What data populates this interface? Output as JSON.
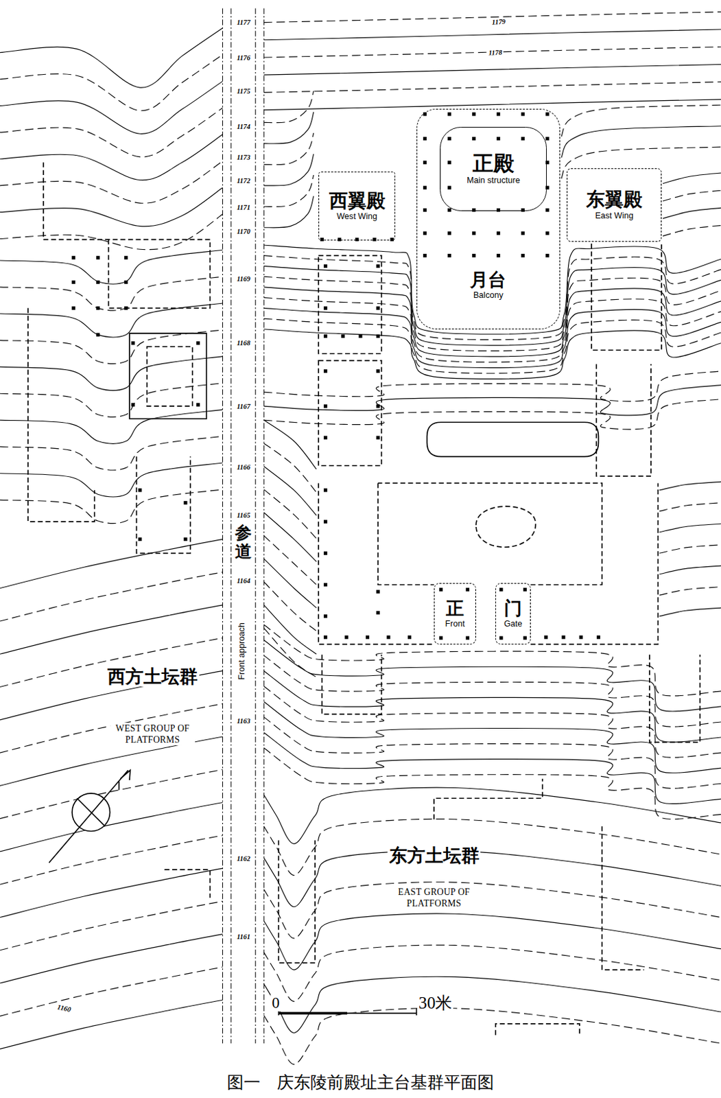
{
  "diagram": {
    "caption": "图一　庆东陵前殿址主台基群平面图",
    "nodes": [
      {
        "text": [
          "月台",
          "Balcony"
        ]
      },
      {
        "text": [
          "正殿",
          "Main structure"
        ],
        "in": 0
      },
      {
        "text": [
          "西翼殿",
          "West Wing"
        ]
      },
      {
        "text": [
          "东翼殿",
          "East Wing"
        ]
      },
      {
        "text": [
          "正",
          "Front"
        ]
      },
      {
        "text": [
          "门",
          "Gate"
        ]
      }
    ],
    "labels": [
      "1177",
      "1179",
      "1178",
      "1176",
      "1175",
      "1174",
      "1173",
      "1172",
      "1171",
      "1170",
      "1169",
      "1168",
      "1167",
      "1166",
      "1165",
      "1164",
      "参道",
      "Front approach",
      "1163",
      "西方土坛群",
      "WEST GROUP OF PLATFORMS",
      "1162",
      "东方土坛群",
      "EAST GROUP OF PLATFORMS",
      "1161",
      "1160",
      "0",
      "30米"
    ]
  }
}
